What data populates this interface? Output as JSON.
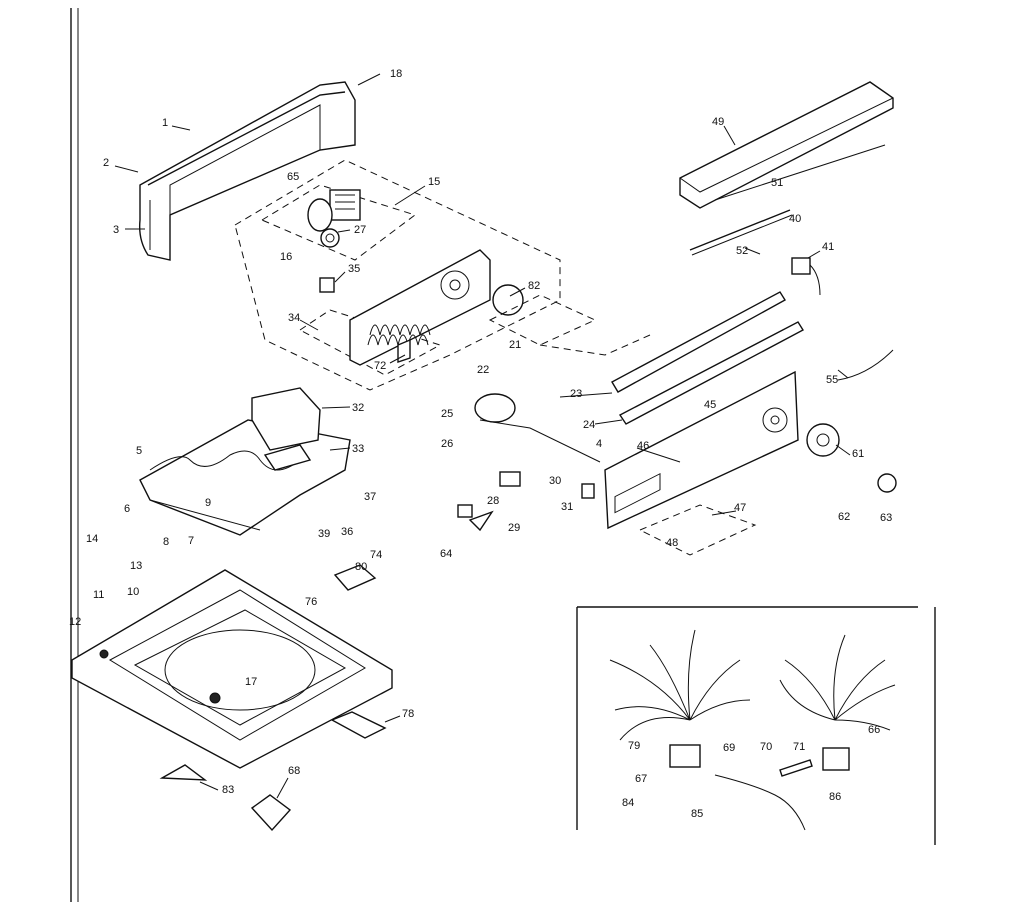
{
  "callouts": [
    "1",
    "2",
    "3",
    "4",
    "5",
    "6",
    "7",
    "8",
    "9",
    "10",
    "11",
    "12",
    "13",
    "14",
    "15",
    "16",
    "17",
    "18",
    "21",
    "22",
    "23",
    "24",
    "25",
    "26",
    "27",
    "28",
    "29",
    "30",
    "31",
    "32",
    "33",
    "34",
    "35",
    "36",
    "37",
    "39",
    "40",
    "41",
    "45",
    "46",
    "47",
    "48",
    "49",
    "51",
    "52",
    "55",
    "61",
    "62",
    "63",
    "64",
    "65",
    "66",
    "67",
    "68",
    "69",
    "70",
    "71",
    "72",
    "74",
    "76",
    "78",
    "79",
    "80",
    "82",
    "83",
    "84",
    "85",
    "86"
  ]
}
